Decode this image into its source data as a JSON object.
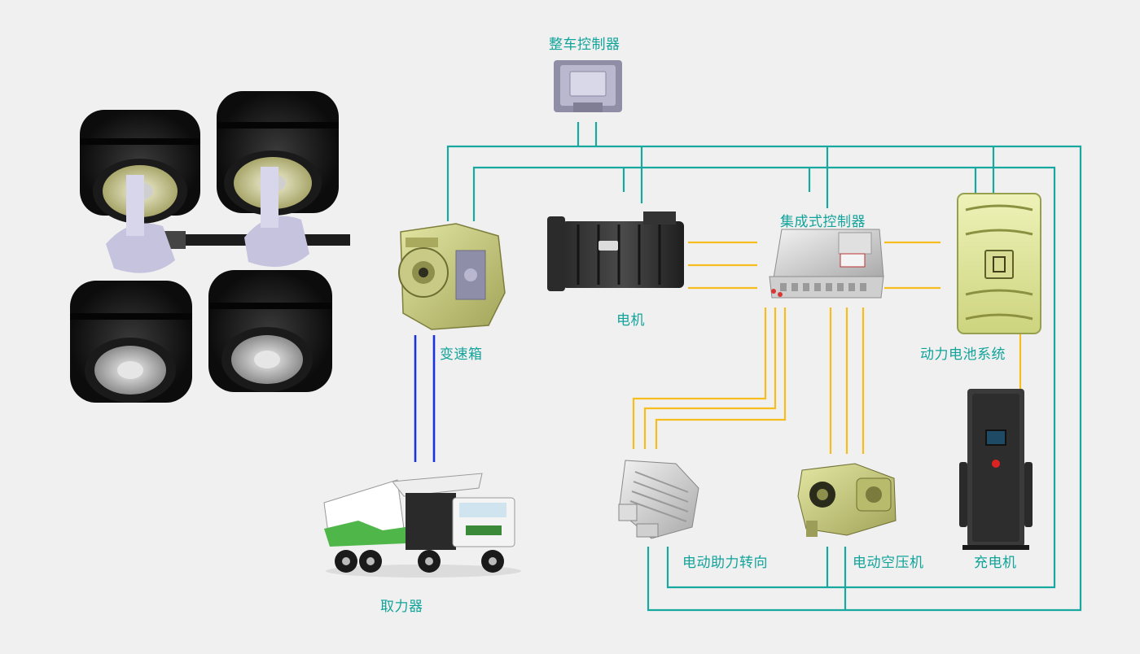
{
  "labels": {
    "vcu": "整车控制器",
    "integrated_controller": "集成式控制器",
    "motor": "电机",
    "gearbox": "变速箱",
    "battery_system": "动力电池系统",
    "pto": "取力器",
    "eps": "电动助力转向",
    "air_compressor": "电动空压机",
    "charger": "充电机"
  },
  "colors": {
    "can_line": "#19a8a0",
    "power_line": "#f6bd1d",
    "mechanical_line": "#1a33d8",
    "label_text": "#12a39a"
  },
  "icons": [
    "axle-wheels-icon",
    "vcu-icon",
    "gearbox-icon",
    "motor-icon",
    "integrated-controller-icon",
    "battery-pack-icon",
    "dump-truck-icon",
    "steering-pump-icon",
    "air-compressor-icon",
    "charger-station-icon"
  ]
}
